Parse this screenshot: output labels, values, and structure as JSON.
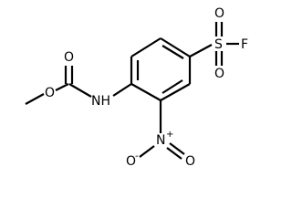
{
  "molecule": {
    "atom_labels": {
      "o_carbonyl": "O",
      "o_ester": "O",
      "nh": "NH",
      "n_nitro": "N",
      "n_nitro_charge": "+",
      "o_nitro_left": "O",
      "o_nitro_left_charge": "-",
      "o_nitro_right": "O",
      "s": "S",
      "o_sulfonyl_top": "O",
      "o_sulfonyl_bottom": "O",
      "f": "F"
    }
  }
}
